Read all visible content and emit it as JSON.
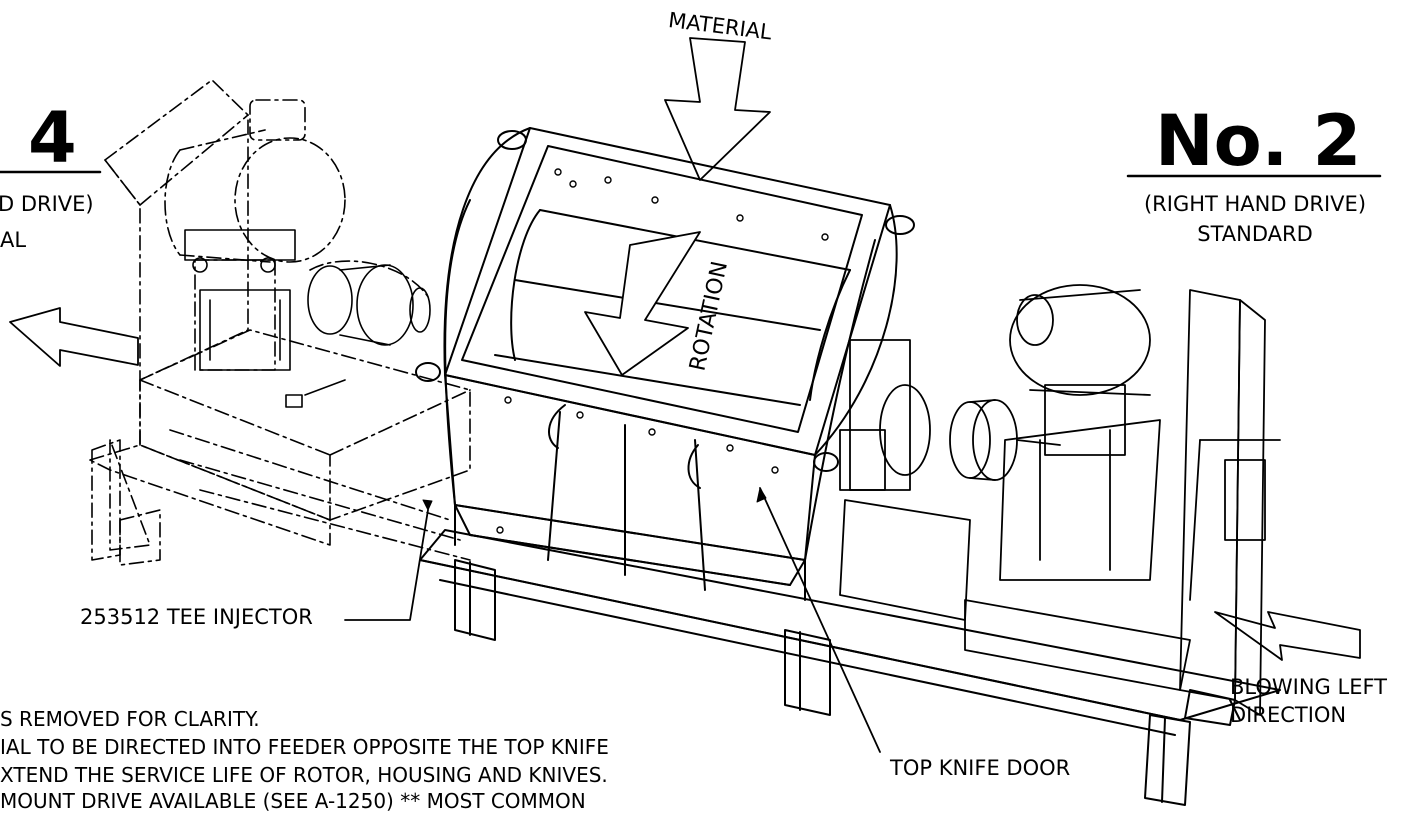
{
  "labels": {
    "material": "MATERIAL",
    "left_number": "4",
    "left_drive": "D DRIVE)",
    "left_type": "AL",
    "right_number": "No. 2",
    "right_drive": "(RIGHT HAND DRIVE)",
    "right_type": "STANDARD",
    "rotation": "ROTATION",
    "injector": "253512 TEE INJECTOR",
    "blowing_line1": "BLOWING LEFT",
    "blowing_line2": "DIRECTION",
    "top_knife_door": "TOP KNIFE DOOR"
  },
  "notes": [
    "S REMOVED FOR CLARITY.",
    "IAL TO BE DIRECTED INTO FEEDER OPPOSITE THE TOP KNIFE",
    "XTEND THE SERVICE LIFE OF ROTOR, HOUSING AND KNIVES.",
    "MOUNT DRIVE AVAILABLE (SEE A-1250) ** MOST COMMON"
  ]
}
